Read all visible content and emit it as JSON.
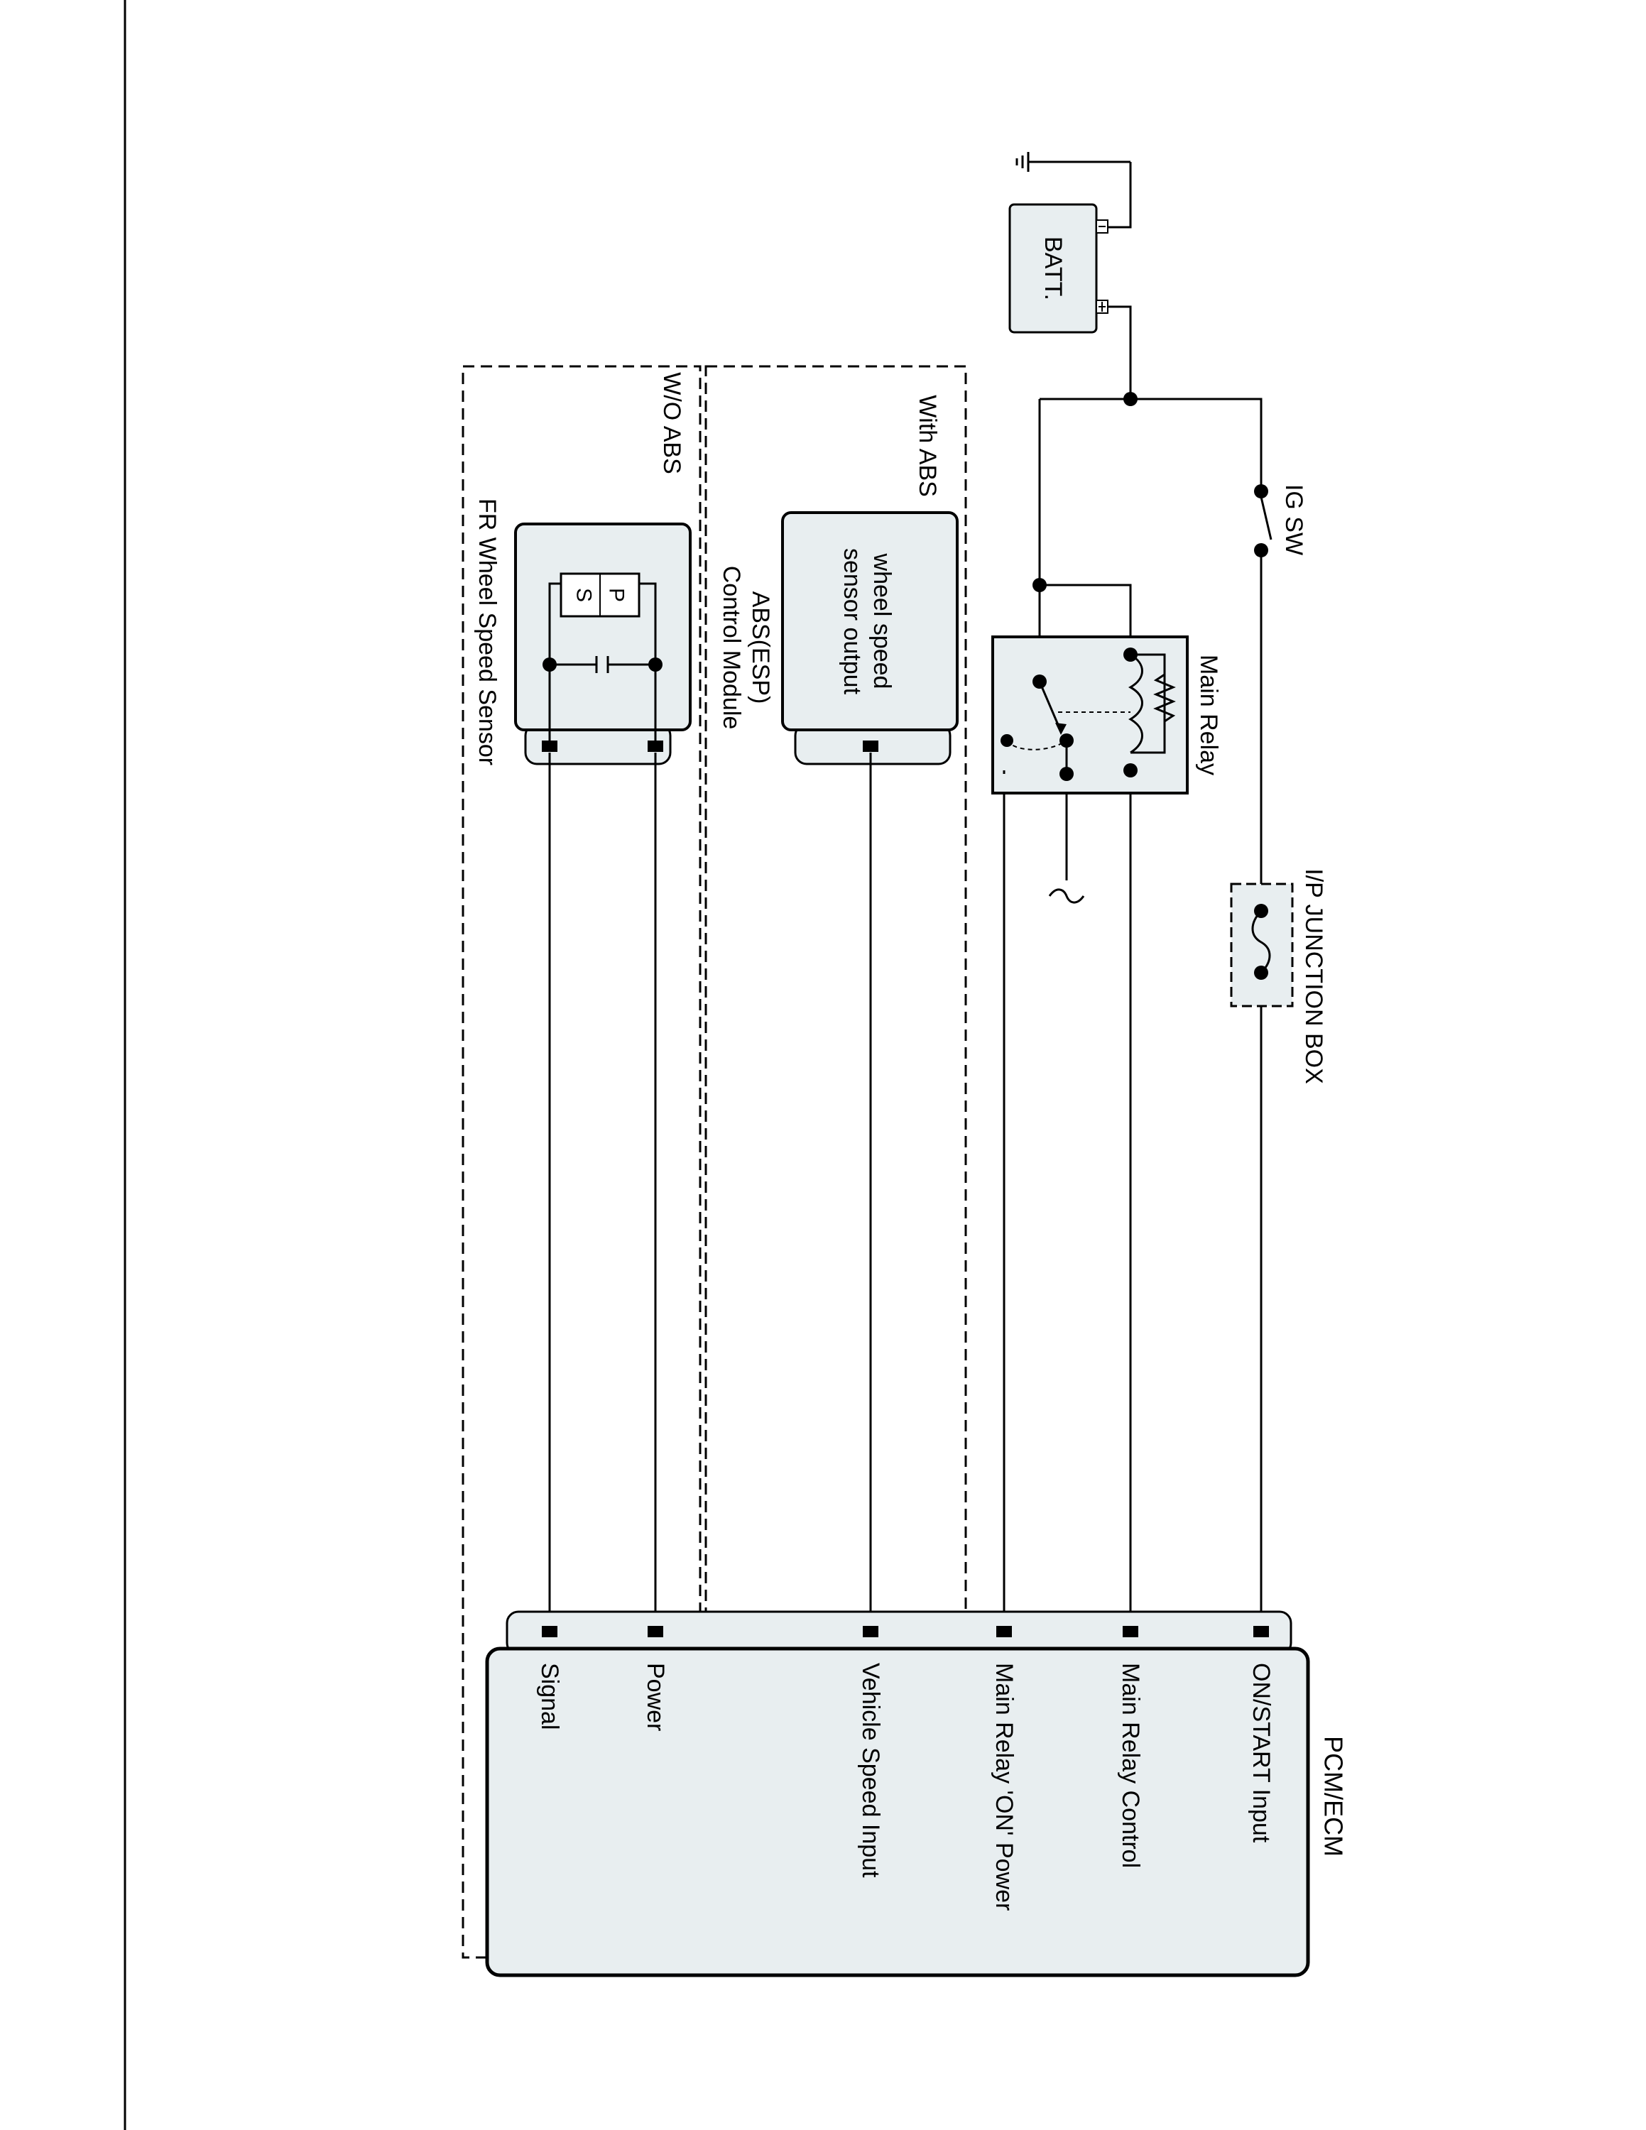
{
  "colors": {
    "box_fill": "#e8eef0",
    "line": "#000000",
    "background": "#ffffff"
  },
  "battery": {
    "label": "BATT.",
    "minus": "-",
    "plus": "+"
  },
  "ignition_switch": {
    "label": "IG SW"
  },
  "junction_box": {
    "label": "I/P JUNCTION BOX"
  },
  "main_relay": {
    "label": "Main Relay"
  },
  "abs_section": {
    "group_label": "With ABS",
    "module_label_line1": "ABS(ESP)",
    "module_label_line2": "Control Module",
    "output_line1": "wheel speed",
    "output_line2": "sensor output"
  },
  "no_abs_section": {
    "group_label": "W/O ABS",
    "sensor_label": "FR Wheel Speed Sensor",
    "sensor_symbol_p": "P",
    "sensor_symbol_s": "S"
  },
  "pcm": {
    "title": "PCM/ECM",
    "pins": [
      "ON/START Input",
      "Main Relay Control",
      "Main Relay 'ON' Power",
      "Vehicle Speed Input",
      "Power",
      "Signal"
    ]
  }
}
